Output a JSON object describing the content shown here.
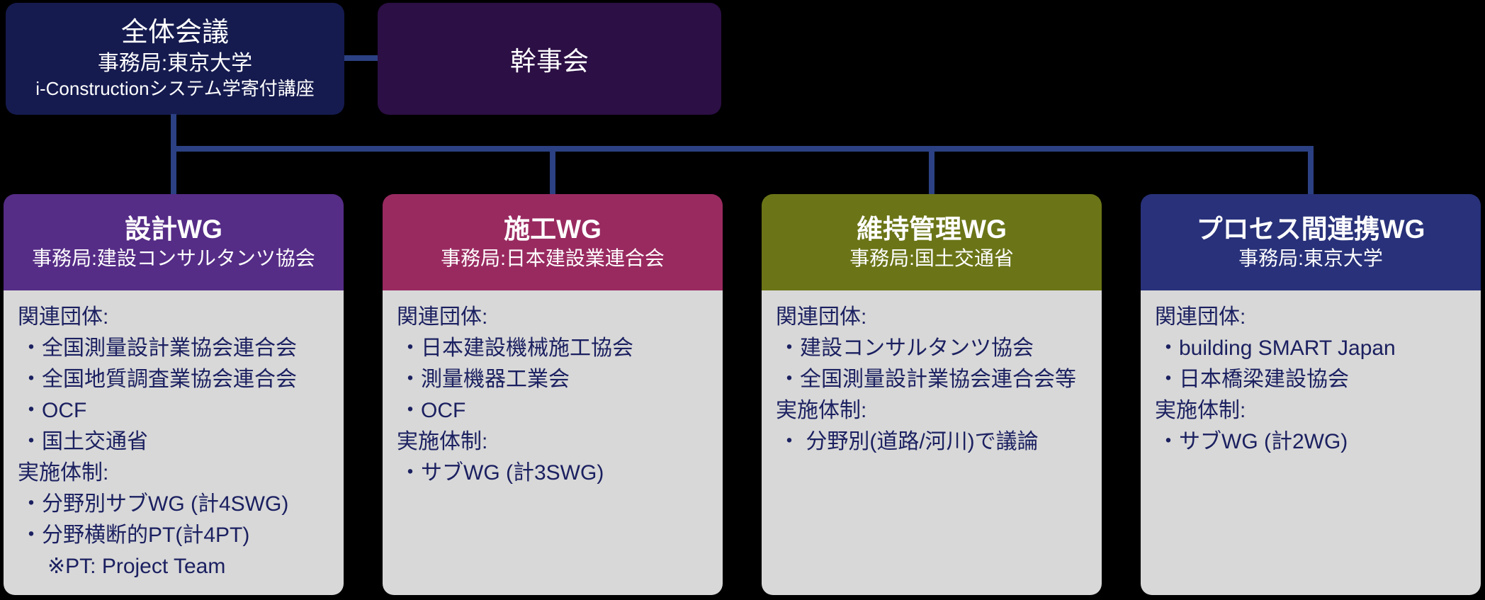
{
  "palette": {
    "background": "#000000",
    "connector": "#2c4183",
    "body_bg": "#d8d8d8",
    "body_text": "#1b2060",
    "header_text": "#ffffff"
  },
  "plenary": {
    "title": "全体会議",
    "subtitle": "事務局:東京大学",
    "note": "i-Constructionシステム学寄付講座",
    "color": "#151b4f"
  },
  "steering": {
    "title": "幹事会",
    "color": "#2c0f45"
  },
  "working_groups": [
    {
      "title": "設計WG",
      "subtitle": "事務局:建設コンサルタンツ協会",
      "color": "#552c86",
      "lines": [
        {
          "text": "関連団体:",
          "kind": "label"
        },
        {
          "text": "・全国測量設計業協会連合会",
          "kind": "item"
        },
        {
          "text": "・全国地質調査業協会連合会",
          "kind": "item"
        },
        {
          "text": "・OCF",
          "kind": "item"
        },
        {
          "text": "・国土交通省",
          "kind": "item"
        },
        {
          "text": "実施体制:",
          "kind": "label"
        },
        {
          "text": "・分野別サブWG (計4SWG)",
          "kind": "item"
        },
        {
          "text": "・分野横断的PT(計4PT)",
          "kind": "item"
        },
        {
          "text": "※PT: Project Team",
          "kind": "note"
        }
      ]
    },
    {
      "title": "施工WG",
      "subtitle": "事務局:日本建設業連合会",
      "color": "#992a60",
      "lines": [
        {
          "text": "関連団体:",
          "kind": "label"
        },
        {
          "text": "・日本建設機械施工協会",
          "kind": "item"
        },
        {
          "text": "・測量機器工業会",
          "kind": "item"
        },
        {
          "text": "・OCF",
          "kind": "item"
        },
        {
          "text": "実施体制:",
          "kind": "label"
        },
        {
          "text": "・サブWG (計3SWG)",
          "kind": "item"
        }
      ]
    },
    {
      "title": "維持管理WG",
      "subtitle": "事務局:国土交通省",
      "color": "#6b7517",
      "lines": [
        {
          "text": "関連団体:",
          "kind": "label"
        },
        {
          "text": "・建設コンサルタンツ協会",
          "kind": "item"
        },
        {
          "text": "・全国測量設計業協会連合会等",
          "kind": "item"
        },
        {
          "text": "実施体制:",
          "kind": "label"
        },
        {
          "text": "・ 分野別(道路/河川)で議論",
          "kind": "item"
        }
      ]
    },
    {
      "title": "プロセス間連携WG",
      "subtitle": "事務局:東京大学",
      "color": "#283179",
      "lines": [
        {
          "text": "関連団体:",
          "kind": "label"
        },
        {
          "text": "・building SMART Japan",
          "kind": "item"
        },
        {
          "text": "・日本橋梁建設協会",
          "kind": "item"
        },
        {
          "text": "実施体制:",
          "kind": "label"
        },
        {
          "text": "・サブWG (計2WG)",
          "kind": "item"
        }
      ]
    }
  ]
}
